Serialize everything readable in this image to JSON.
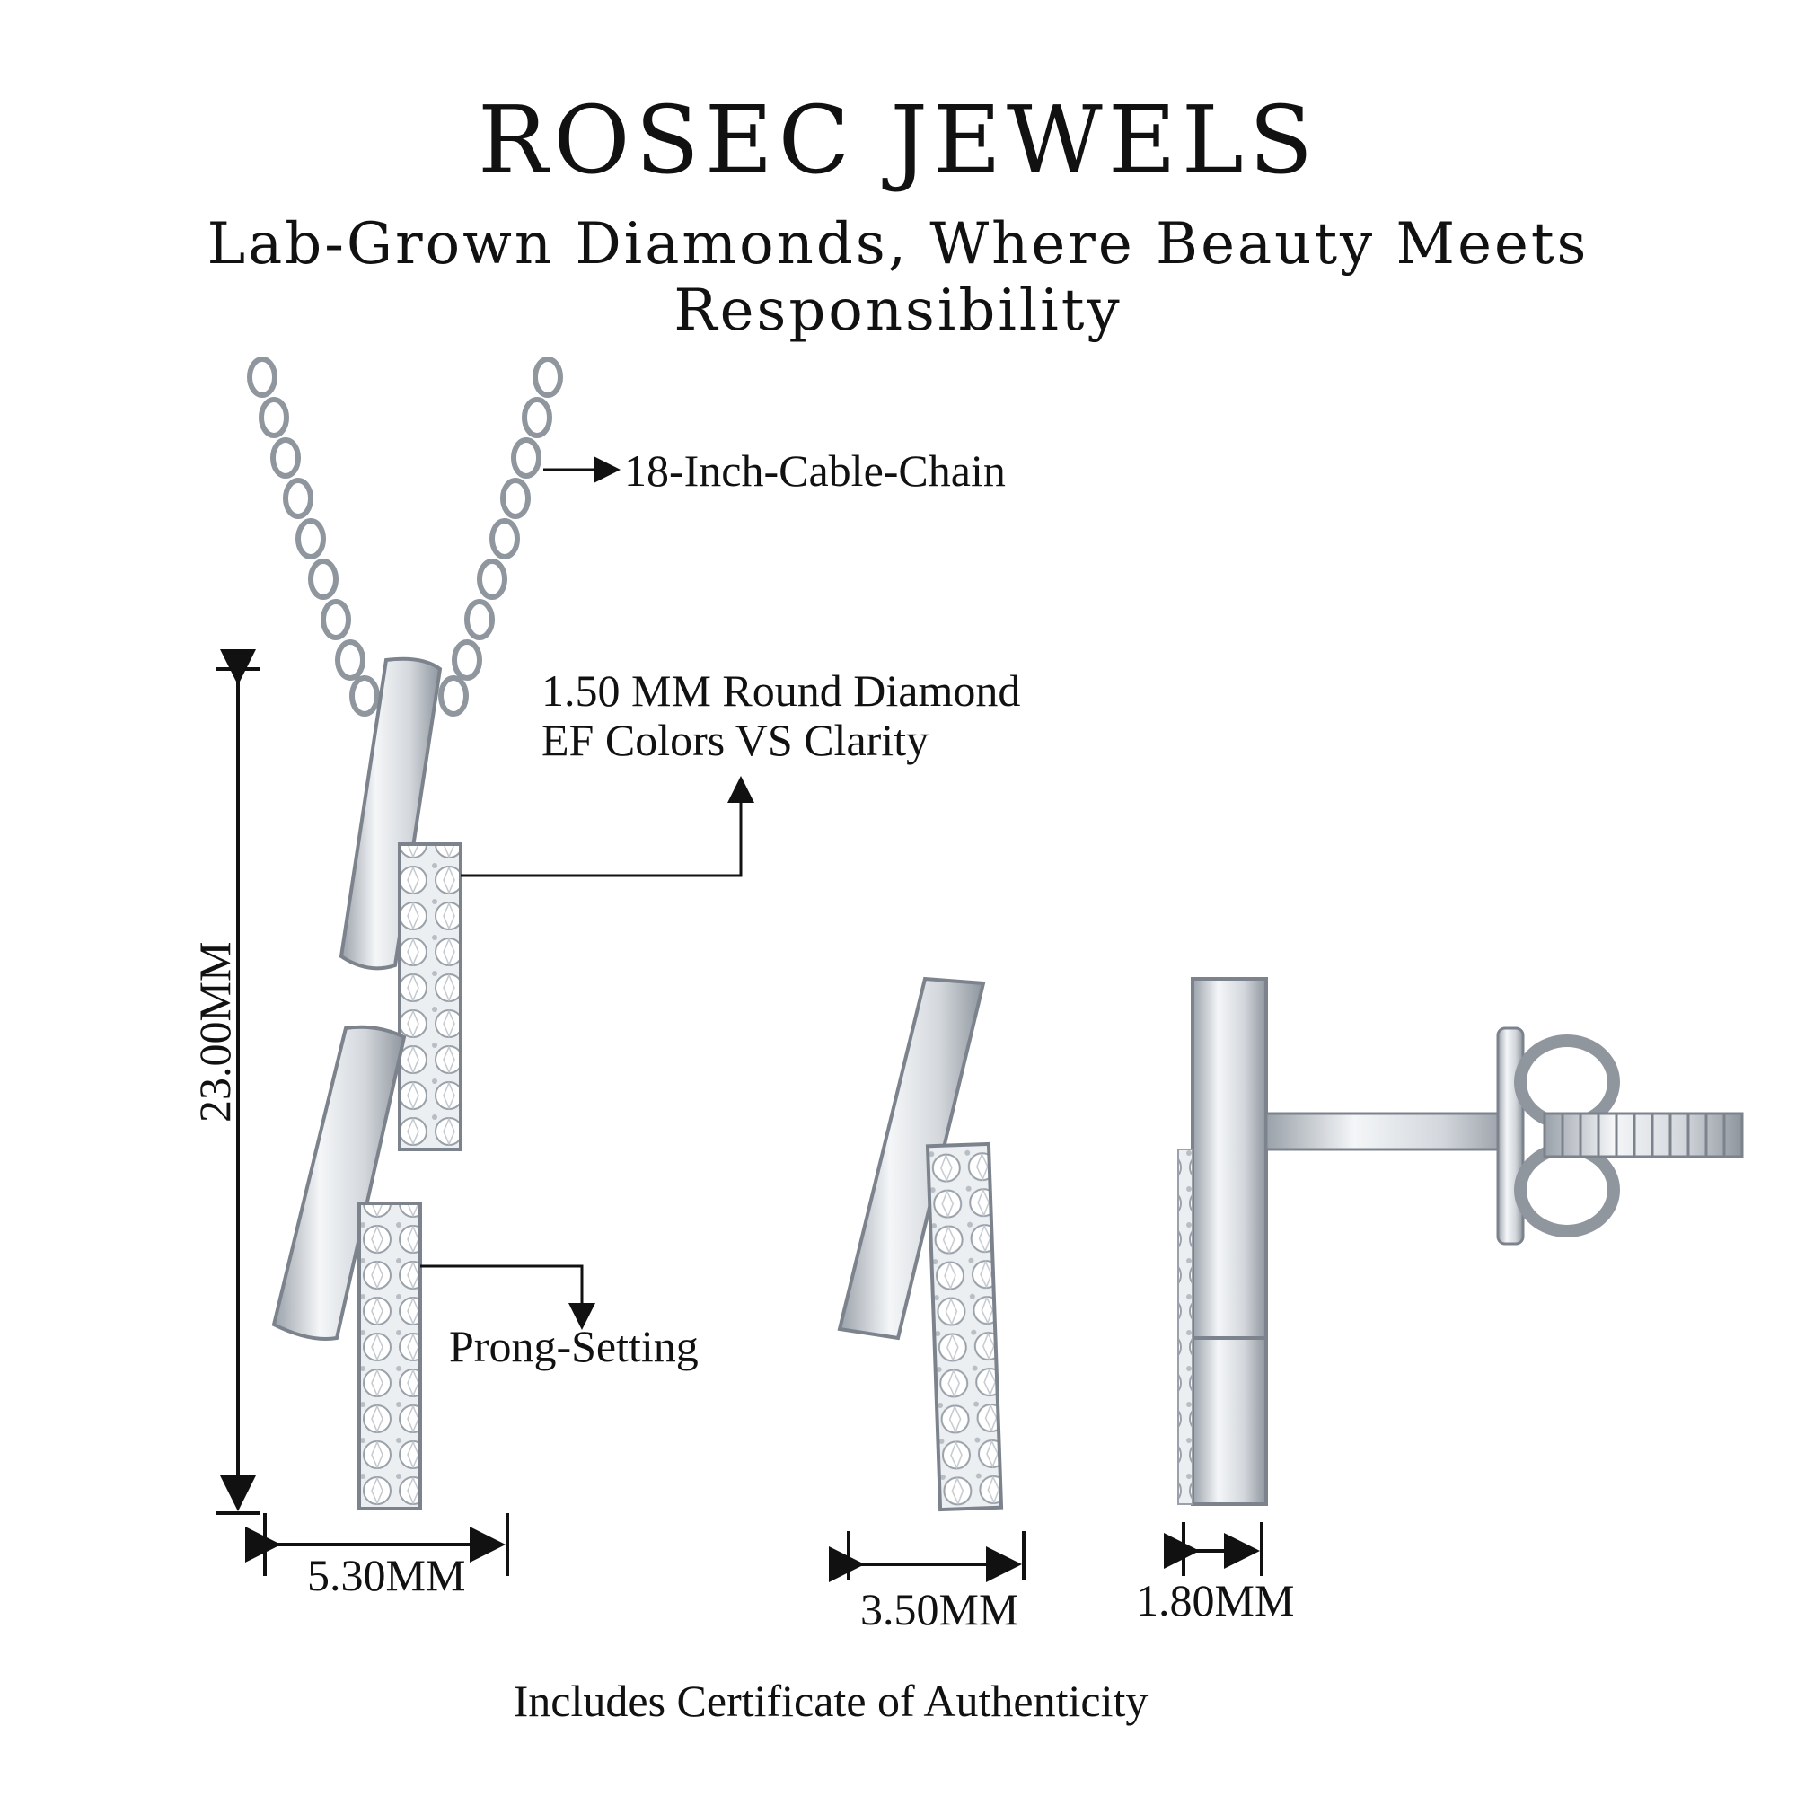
{
  "brand": {
    "title": "ROSEC JEWELS",
    "tagline": "Lab-Grown Diamonds, Where Beauty Meets Responsibility"
  },
  "labels": {
    "chain": "18-Inch-Cable-Chain",
    "diamond_line1": "1.50 MM Round Diamond",
    "diamond_line2": "EF Colors VS Clarity",
    "setting": "Prong-Setting"
  },
  "dimensions": {
    "pendant_height": "23.00MM",
    "pendant_width": "5.30MM",
    "earring_width": "3.50MM",
    "earring_depth": "1.80MM"
  },
  "footer": "Includes Certificate of Authenticity",
  "colors": {
    "metal": "#d9dde2",
    "metal_dark": "#7c838c",
    "text": "#111111"
  },
  "icons": [
    "arrow-right-icon",
    "arrow-up-icon",
    "arrow-down-icon",
    "dimension-arrow-icon"
  ]
}
